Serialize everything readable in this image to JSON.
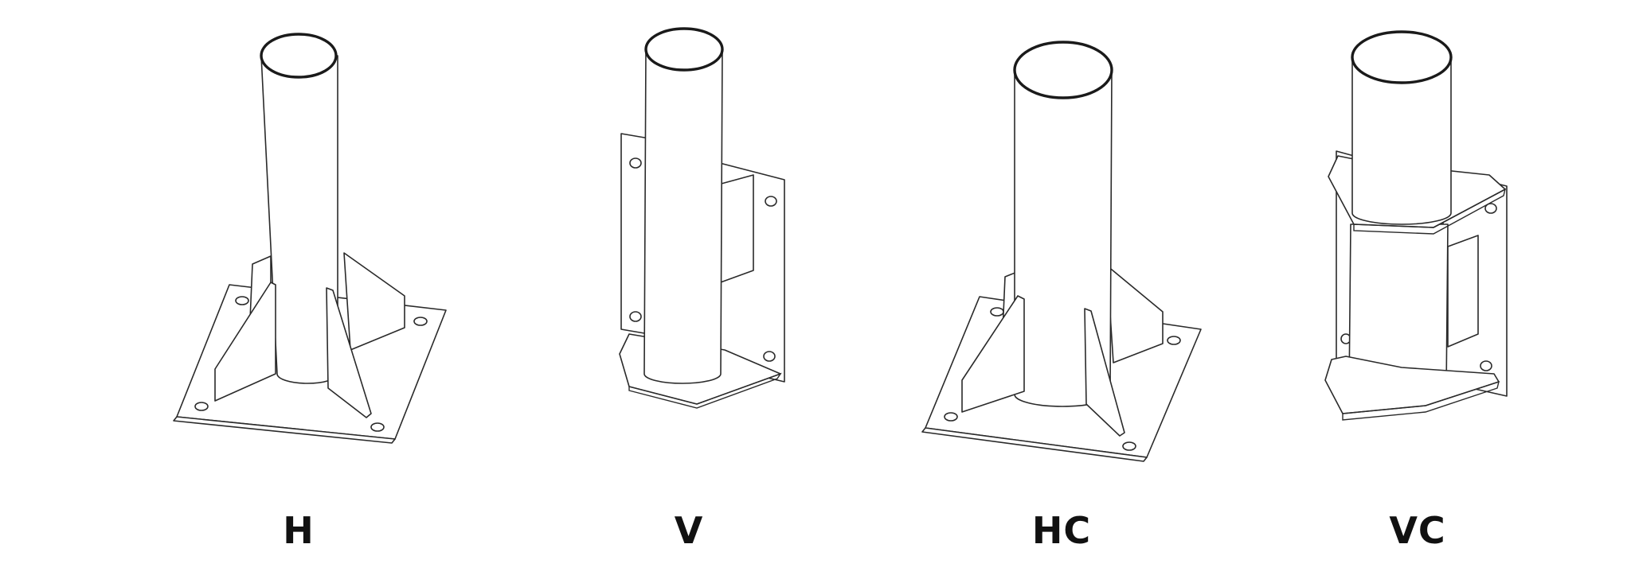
{
  "variants": [
    {
      "label": "H"
    },
    {
      "label": "V"
    },
    {
      "label": "HC"
    },
    {
      "label": "VC"
    }
  ],
  "colors": {
    "background": "#ffffff",
    "line": "#2a2a2a",
    "text": "#111111"
  }
}
